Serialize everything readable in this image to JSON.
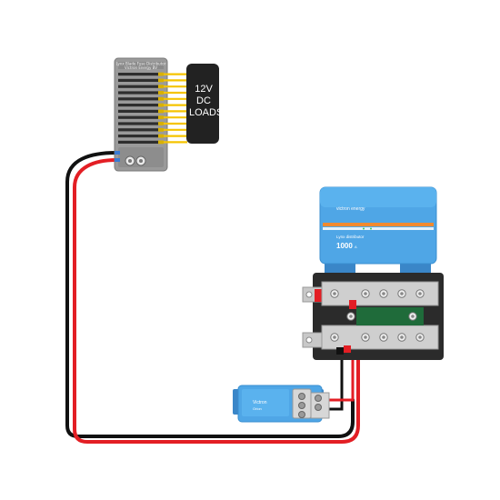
{
  "loads": {
    "line1": "12V",
    "line2": "DC",
    "line3": "LOADS"
  },
  "fuse_box": {
    "model_line1": "Lynx Blade Fuse Distributor",
    "model_line2": "Victron Energy BV"
  },
  "power_box": {
    "brand": "victron energy",
    "title": "Lynx distributor",
    "value": "1000",
    "unit": "A"
  },
  "small_unit": {
    "brand": "Victron",
    "model": "Orion"
  },
  "colors": {
    "positive_wire": "#e31e24",
    "negative_wire": "#111111",
    "blue_housing": "#4fa6e6",
    "orange_strip": "#f08a30",
    "busbar": "#cfcfcf",
    "load_wires": "#f5c400"
  }
}
